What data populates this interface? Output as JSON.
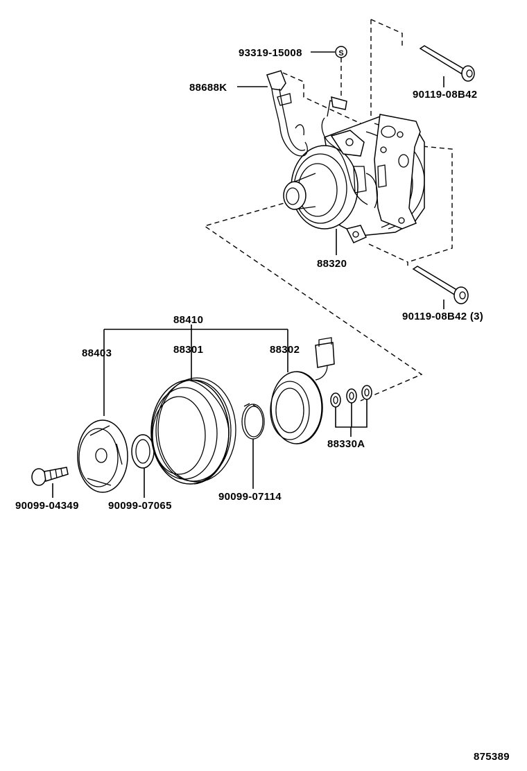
{
  "labels": {
    "p93319": "93319-15008",
    "p88688k": "88688K",
    "p90119a": "90119-08B42",
    "p88320": "88320",
    "p90119b": "90119-08B42 (3)",
    "p88410": "88410",
    "p88403": "88403",
    "p88301": "88301",
    "p88302": "88302",
    "p88330a": "88330A",
    "p90099a": "90099-04349",
    "p90099b": "90099-07065",
    "p90099c": "90099-07114",
    "ref": "875389"
  },
  "symbols": {
    "s_mark": "S"
  }
}
